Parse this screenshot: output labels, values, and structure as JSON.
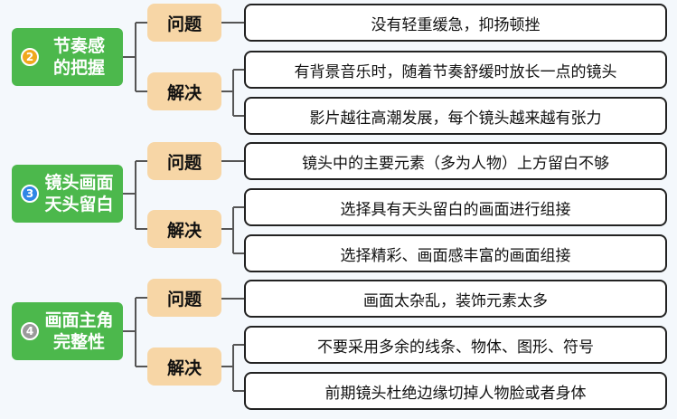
{
  "colors": {
    "topic": "#4cb84c",
    "category": "#f7d6a6",
    "badge_2": "#f0a81c",
    "badge_3": "#2f86e6",
    "badge_4": "#9a9a9a"
  },
  "groups": [
    {
      "number": "2",
      "title_line1": "节奏感",
      "title_line2": "的把握",
      "problem_label": "问题",
      "solution_label": "解决",
      "problems": [
        "没有轻重缓急，抑扬顿挫"
      ],
      "solutions": [
        "有背景音乐时，随着节奏舒缓时放长一点的镜头",
        "影片越往高潮发展，每个镜头越来越有张力"
      ]
    },
    {
      "number": "3",
      "title_line1": "镜头画面",
      "title_line2": "天头留白",
      "problem_label": "问题",
      "solution_label": "解决",
      "problems": [
        "镜头中的主要元素（多为人物）上方留白不够"
      ],
      "solutions": [
        "选择具有天头留白的画面进行组接",
        "选择精彩、画面感丰富的画面组接"
      ]
    },
    {
      "number": "4",
      "title_line1": "画面主角",
      "title_line2": "完整性",
      "problem_label": "问题",
      "solution_label": "解决",
      "problems": [
        "画面太杂乱，装饰元素太多"
      ],
      "solutions": [
        "不要采用多余的线条、物体、图形、符号",
        "前期镜头杜绝边缘切掉人物脸或者身体"
      ]
    }
  ]
}
